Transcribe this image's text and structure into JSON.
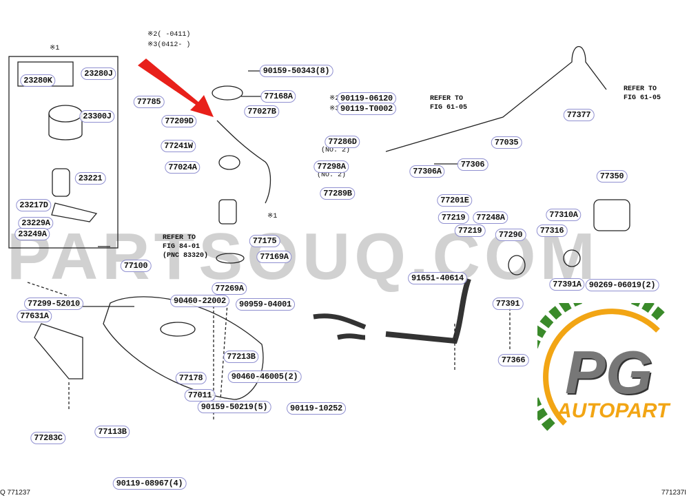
{
  "notes": {
    "n2": "※2(      -0411)",
    "n3": "※3(0412-      )",
    "n1a": "※1",
    "n1b": "※1"
  },
  "refs": {
    "fig84": "REFER TO\nFIG 84-01\n(PNC 83320)",
    "fig61a": "REFER TO\nFIG 61-05",
    "fig61b": "REFER TO\nFIG 61-05"
  },
  "parts": {
    "p23280J": "23280J",
    "p23280K": "23280K",
    "p23300J": "23300J",
    "p23221": "23221",
    "p23217D": "23217D",
    "p23229A": "23229A",
    "p23249A": "23249A",
    "p77785": "77785",
    "p77209D": "77209D",
    "p77241W": "77241W",
    "p77024A": "77024A",
    "p9015950343": "90159-50343(8)",
    "p77168A": "77168A",
    "p77027B": "77027B",
    "p77286D": "77286D",
    "no2a": "(NO. 2)",
    "p77298A": "77298A",
    "no2b": "(NO. 2)",
    "p77289B": "77289B",
    "p77175": "77175",
    "p77169A": "77169A",
    "p9011906120": "90119-06120",
    "p90119T0002": "90119-T0002",
    "m2": "※2",
    "m3": "※3",
    "p77035": "77035",
    "p77377": "77377",
    "p77306": "77306",
    "p77306A": "77306A",
    "p77350": "77350",
    "p77201E": "77201E",
    "p77219a": "77219",
    "p77248A": "77248A",
    "p77219b": "77219",
    "p77290": "77290",
    "p77310A": "77310A",
    "p77316": "77316",
    "p77391A": "77391A",
    "p9026906019": "90269-06019(2)",
    "p9165140614": "91651-40614",
    "p77391": "77391",
    "p77100": "77100",
    "p7729952010": "77299-52010",
    "p77631A": "77631A",
    "p77283C": "77283C",
    "p77113B": "77113B",
    "p9011908967": "90119-08967(4)",
    "p9046022002": "90460-22002",
    "p77269A": "77269A",
    "p9095904001": "90959-04001",
    "p77213B": "77213B",
    "p9046046005": "90460-46005(2)",
    "p77178": "77178",
    "p77011": "77011",
    "p9015950219": "90159-50219(5)",
    "p9011910252": "90119-10252",
    "p77366": "77366"
  },
  "watermark": "PARTSOUQ.COM",
  "logo": {
    "pg": "PG",
    "autopart": "AUTOPART"
  },
  "corners": {
    "left": "Q 771237",
    "right": "771237I"
  },
  "colors": {
    "arrow": "#e8201a",
    "label_border": "#8f8fd0",
    "logo_orange": "#f2a514",
    "logo_green": "#3a8a2a"
  }
}
